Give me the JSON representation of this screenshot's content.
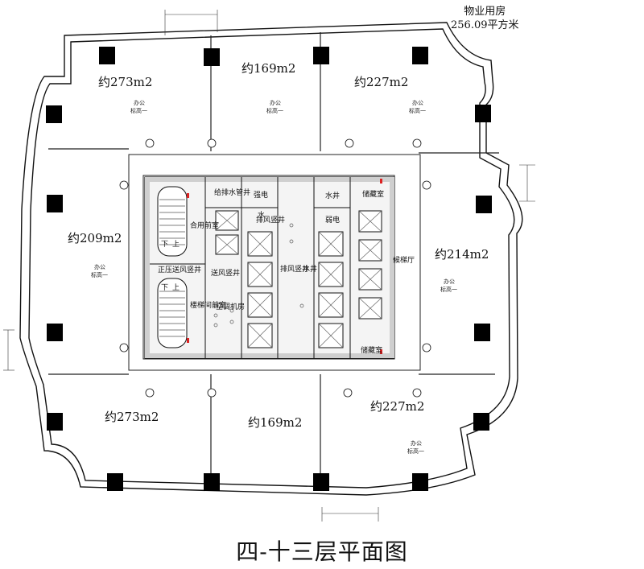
{
  "title": "四-十三层平面图",
  "property_room": {
    "label": "物业用房",
    "area": "256.09平方米"
  },
  "rooms": [
    {
      "id": "nw",
      "area": "约273m2"
    },
    {
      "id": "nm",
      "area": "约169m2"
    },
    {
      "id": "ne",
      "area": "约227m2"
    },
    {
      "id": "w",
      "area": "约209m2"
    },
    {
      "id": "e",
      "area": "约214m2"
    },
    {
      "id": "sw",
      "area": "约273m2"
    },
    {
      "id": "sm",
      "area": "约169m2"
    },
    {
      "id": "se",
      "area": "约227m2"
    }
  ],
  "room_sublabels": {
    "office": "办公",
    "standard": "标高一"
  },
  "core_labels": {
    "water_pipe_shaft": "给排水管井",
    "strong_power": "强电",
    "water": "水",
    "water_well": "水井",
    "storage_top": "储藏室",
    "shared_anteroom": "合用前室",
    "exhaust_shaft_1": "排风竖井",
    "weak_power": "弱电",
    "pressure_shaft": "正压送风竖井",
    "supply_shaft": "送风竖井",
    "exhaust_shaft_2": "排风竖井",
    "water_well_2": "水井",
    "elevator_hall": "候梯厅",
    "stair_anteroom": "楼梯间前室",
    "ac_room": "空调机房",
    "storage_bottom": "储藏室",
    "up": "上",
    "down": "下"
  },
  "colors": {
    "ink": "#111111",
    "column": "#000000",
    "core_fill": "#d8d8d8"
  }
}
